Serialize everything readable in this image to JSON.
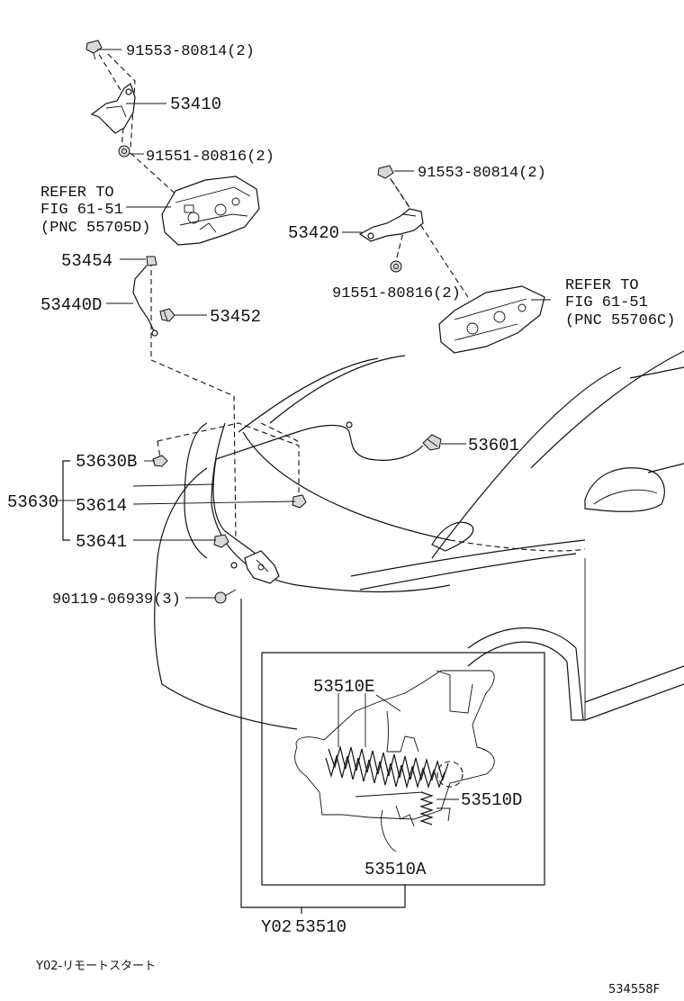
{
  "labels": {
    "bolt_top_left": "91553-80814(2)",
    "bracket_left": "53410",
    "bolt_mid_left": "91551-80816(2)",
    "refer_left_1": "REFER TO",
    "refer_left_2": "FIG 61-51",
    "refer_left_3": "(PNC 55705D)",
    "bolt_top_right": "91553-80814(2)",
    "bracket_right": "53420",
    "bolt_mid_right": "91551-80816(2)",
    "refer_right_1": "REFER TO",
    "refer_right_2": "FIG 61-51",
    "refer_right_3": "(PNC 55706C)",
    "rod_end": "53454",
    "rod": "53440D",
    "rod_clip": "53452",
    "cushion": "53601",
    "group": "53630",
    "sub_b": "53630B",
    "sub_614": "53614",
    "sub_641": "53641",
    "screw": "90119-06939(3)",
    "spring_e": "53510E",
    "spring_d": "53510D",
    "spring_a": "53510A",
    "lock_assembly_prefix": "Y02",
    "lock_assembly": "53510",
    "footnote": "Y02-リモートスタート",
    "figure_id": "534558F"
  }
}
